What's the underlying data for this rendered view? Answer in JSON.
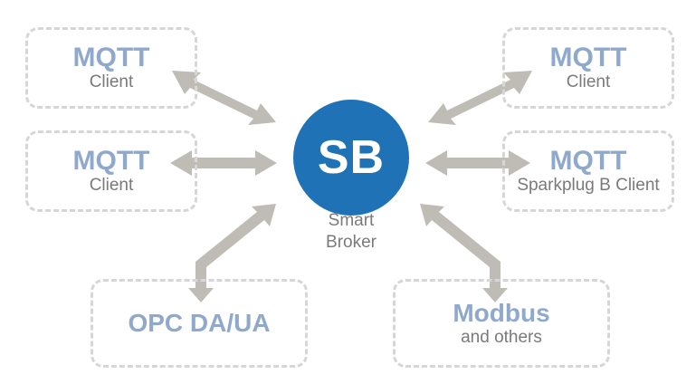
{
  "hub": {
    "label": "SB",
    "caption_line1": "Smart",
    "caption_line2": "Broker",
    "color": "#1f72b6"
  },
  "nodes": [
    {
      "title": "MQTT",
      "subtitle": "Client"
    },
    {
      "title": "MQTT",
      "subtitle": "Client"
    },
    {
      "title": "OPC DA/UA",
      "subtitle": ""
    },
    {
      "title": "MQTT",
      "subtitle": "Client"
    },
    {
      "title": "MQTT",
      "subtitle": "Sparkplug B Client"
    },
    {
      "title": "Modbus",
      "subtitle": "and others"
    }
  ],
  "colors": {
    "title": "#8fa9cc",
    "arrow": "#bfbcb5",
    "border": "#d6d6d6",
    "text": "#7a7a7a"
  }
}
